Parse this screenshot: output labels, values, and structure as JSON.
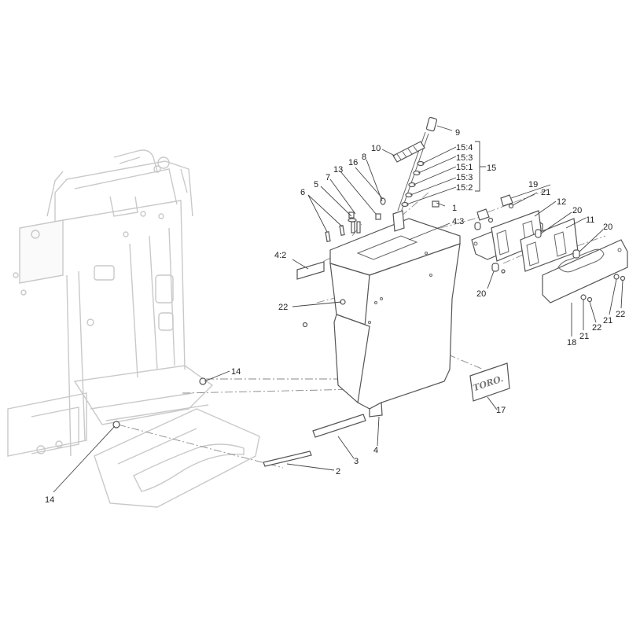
{
  "callouts": [
    {
      "id": "c1",
      "text": "1"
    },
    {
      "id": "c2",
      "text": "2"
    },
    {
      "id": "c3",
      "text": "3"
    },
    {
      "id": "c4",
      "text": "4"
    },
    {
      "id": "c4_2",
      "text": "4:2"
    },
    {
      "id": "c4_3",
      "text": "4:3"
    },
    {
      "id": "c5",
      "text": "5"
    },
    {
      "id": "c6",
      "text": "6"
    },
    {
      "id": "c7",
      "text": "7"
    },
    {
      "id": "c8",
      "text": "8"
    },
    {
      "id": "c9",
      "text": "9"
    },
    {
      "id": "c10",
      "text": "10"
    },
    {
      "id": "c11",
      "text": "11"
    },
    {
      "id": "c12",
      "text": "12"
    },
    {
      "id": "c13",
      "text": "13"
    },
    {
      "id": "c14a",
      "text": "14"
    },
    {
      "id": "c14b",
      "text": "14"
    },
    {
      "id": "c15",
      "text": "15"
    },
    {
      "id": "c15_4",
      "text": "15:4"
    },
    {
      "id": "c15_3a",
      "text": "15:3"
    },
    {
      "id": "c15_1",
      "text": "15:1"
    },
    {
      "id": "c15_3b",
      "text": "15:3"
    },
    {
      "id": "c15_2",
      "text": "15:2"
    },
    {
      "id": "c16",
      "text": "16"
    },
    {
      "id": "c17",
      "text": "17"
    },
    {
      "id": "c18",
      "text": "18"
    },
    {
      "id": "c19",
      "text": "19"
    },
    {
      "id": "c20a",
      "text": "20"
    },
    {
      "id": "c20b",
      "text": "20"
    },
    {
      "id": "c20c",
      "text": "20"
    },
    {
      "id": "c20d",
      "text": "20"
    },
    {
      "id": "c21a",
      "text": "21"
    },
    {
      "id": "c21b",
      "text": "21"
    },
    {
      "id": "c21c",
      "text": "21"
    },
    {
      "id": "c22a",
      "text": "22"
    },
    {
      "id": "c22b",
      "text": "22"
    },
    {
      "id": "c22c",
      "text": "22"
    }
  ],
  "decal": {
    "logo_text": "TORO."
  }
}
